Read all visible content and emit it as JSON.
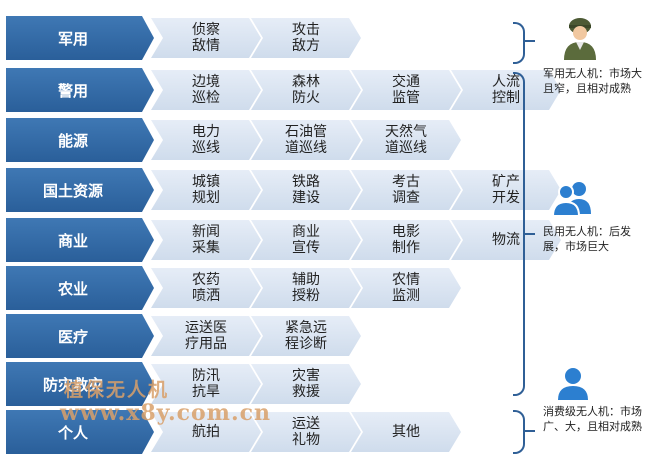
{
  "rows": [
    {
      "category": "军用",
      "items": [
        "侦察\n敌情",
        "攻击\n敌方"
      ]
    },
    {
      "category": "警用",
      "items": [
        "边境\n巡检",
        "森林\n防火",
        "交通\n监管",
        "人流\n控制"
      ]
    },
    {
      "category": "能源",
      "items": [
        "电力\n巡线",
        "石油管\n道巡线",
        "天然气\n道巡线"
      ]
    },
    {
      "category": "国土资源",
      "items": [
        "城镇\n规划",
        "铁路\n建设",
        "考古\n调查",
        "矿产\n开发"
      ]
    },
    {
      "category": "商业",
      "items": [
        "新闻\n采集",
        "商业\n宣传",
        "电影\n制作",
        "物流"
      ]
    },
    {
      "category": "农业",
      "items": [
        "农药\n喷洒",
        "辅助\n授粉",
        "农情\n监测"
      ]
    },
    {
      "category": "医疗",
      "items": [
        "运送医\n疗用品",
        "紧急远\n程诊断"
      ]
    },
    {
      "category": "防灾救灾",
      "items": [
        "防汛\n抗旱",
        "灾害\n救援"
      ]
    },
    {
      "category": "个人",
      "items": [
        "航拍",
        "运送\n礼物",
        "其他"
      ]
    }
  ],
  "notes": {
    "military": "军用无人机：市场大且窄，且相对成熟",
    "civil": "民用无人机：后发展，市场巨大",
    "consumer": "消费级无人机：市场广、大，且相对成熟"
  },
  "watermark": {
    "line1": "植保无人机",
    "line2": "www.x8y.com.cn"
  },
  "colors": {
    "category_bg": "#2f68a8",
    "chevron_bg": "#dbe5f1",
    "icon_blue": "#2c7fd0"
  }
}
